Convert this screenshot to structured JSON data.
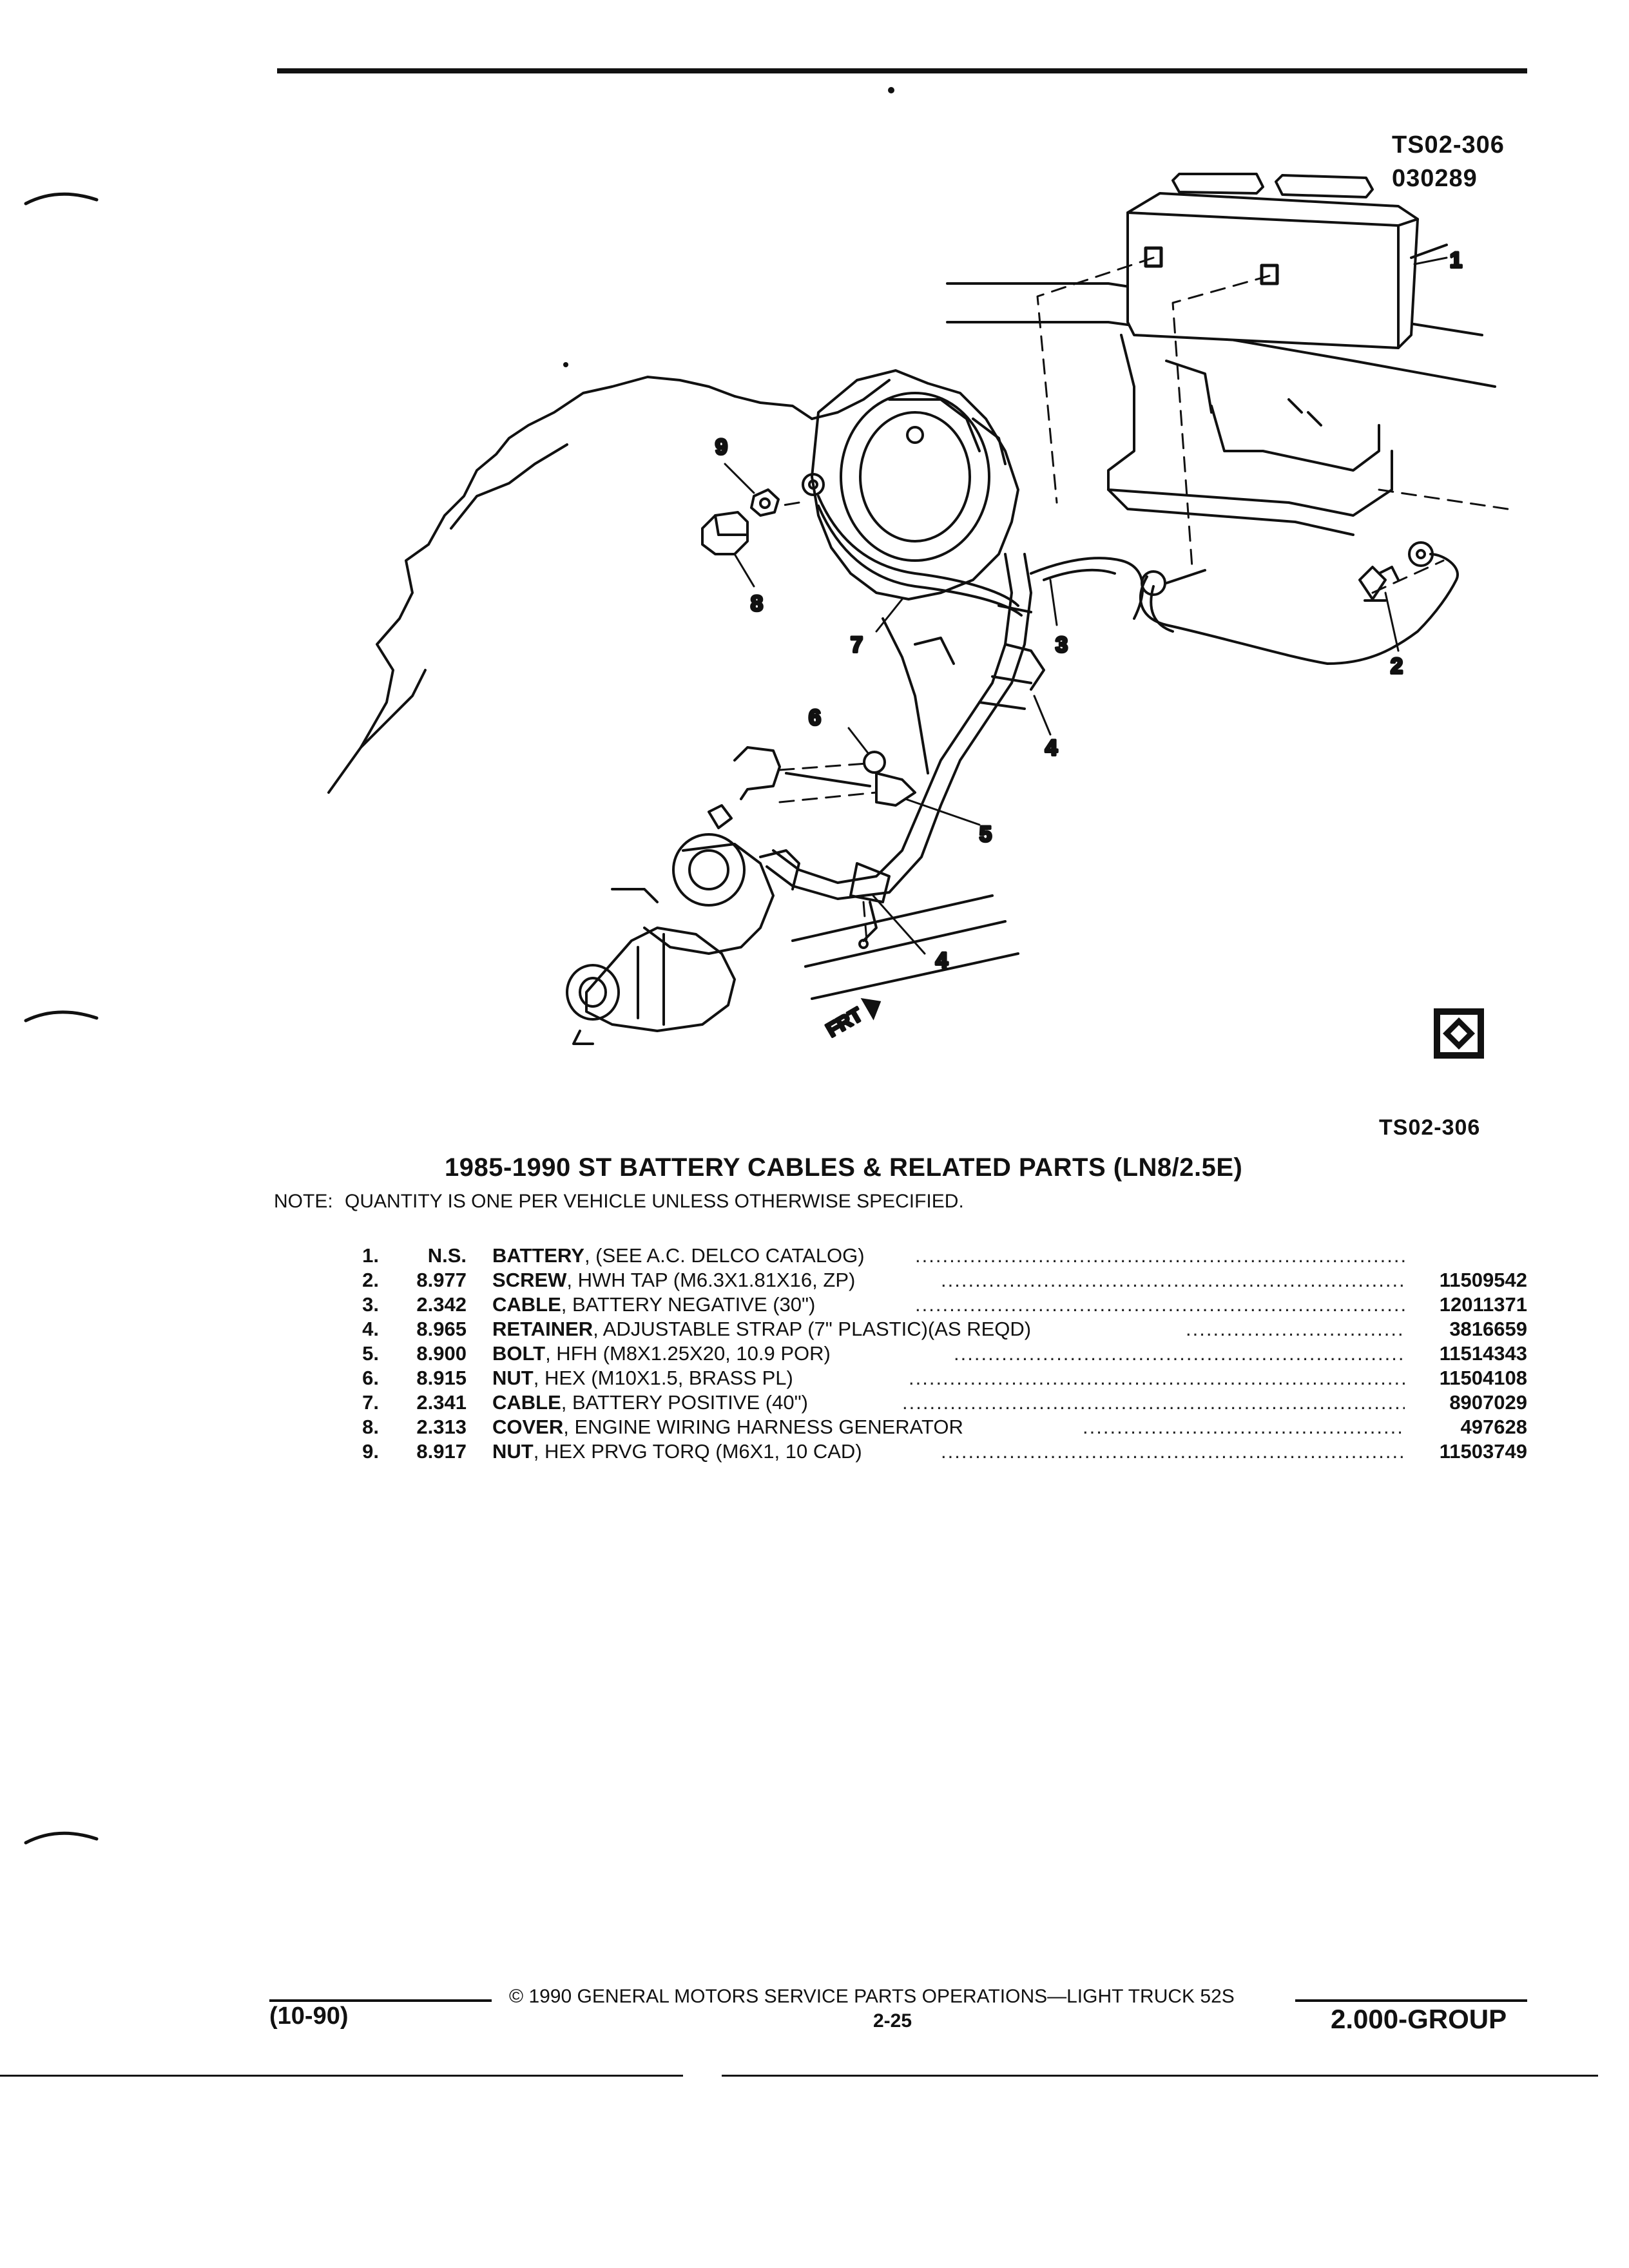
{
  "figure": {
    "code_top": "TS02-306",
    "date_code": "030289",
    "code_bottom": "TS02-306",
    "front_label": "FRT",
    "callouts": [
      "1",
      "2",
      "3",
      "4",
      "4",
      "5",
      "6",
      "7",
      "8",
      "9"
    ]
  },
  "title": "1985-1990 ST BATTERY CABLES & RELATED PARTS (LN8/2.5E)",
  "note": {
    "label": "NOTE:",
    "text": "QUANTITY IS ONE PER VEHICLE UNLESS OTHERWISE SPECIFIED."
  },
  "parts": [
    {
      "num": "1.",
      "group": "N.S.",
      "name": "BATTERY",
      "desc": ", (SEE A.C. DELCO CATALOG)",
      "part_no": ""
    },
    {
      "num": "2.",
      "group": "8.977",
      "name": "SCREW",
      "desc": ", HWH TAP (M6.3X1.81X16, ZP)",
      "part_no": "11509542"
    },
    {
      "num": "3.",
      "group": "2.342",
      "name": "CABLE",
      "desc": ", BATTERY NEGATIVE (30\")",
      "part_no": "12011371"
    },
    {
      "num": "4.",
      "group": "8.965",
      "name": "RETAINER",
      "desc": ", ADJUSTABLE STRAP (7\" PLASTIC)(AS REQD)",
      "part_no": "3816659"
    },
    {
      "num": "5.",
      "group": "8.900",
      "name": "BOLT",
      "desc": ", HFH (M8X1.25X20, 10.9 POR)",
      "part_no": "11514343"
    },
    {
      "num": "6.",
      "group": "8.915",
      "name": "NUT",
      "desc": ", HEX (M10X1.5, BRASS PL)",
      "part_no": "11504108"
    },
    {
      "num": "7.",
      "group": "2.341",
      "name": "CABLE",
      "desc": ", BATTERY POSITIVE (40\")",
      "part_no": "8907029"
    },
    {
      "num": "8.",
      "group": "2.313",
      "name": "COVER",
      "desc": ", ENGINE WIRING HARNESS GENERATOR",
      "part_no": "497628"
    },
    {
      "num": "9.",
      "group": "8.917",
      "name": "NUT",
      "desc": ", HEX PRVG TORQ (M6X1, 10 CAD)",
      "part_no": "11503749"
    }
  ],
  "dot_leader": "...............................................................................................................",
  "footer": {
    "date": "(10-90)",
    "copyright": "© 1990 GENERAL MOTORS SERVICE PARTS OPERATIONS—LIGHT TRUCK 52S",
    "page": "2-25",
    "group": "2.000-GROUP"
  }
}
